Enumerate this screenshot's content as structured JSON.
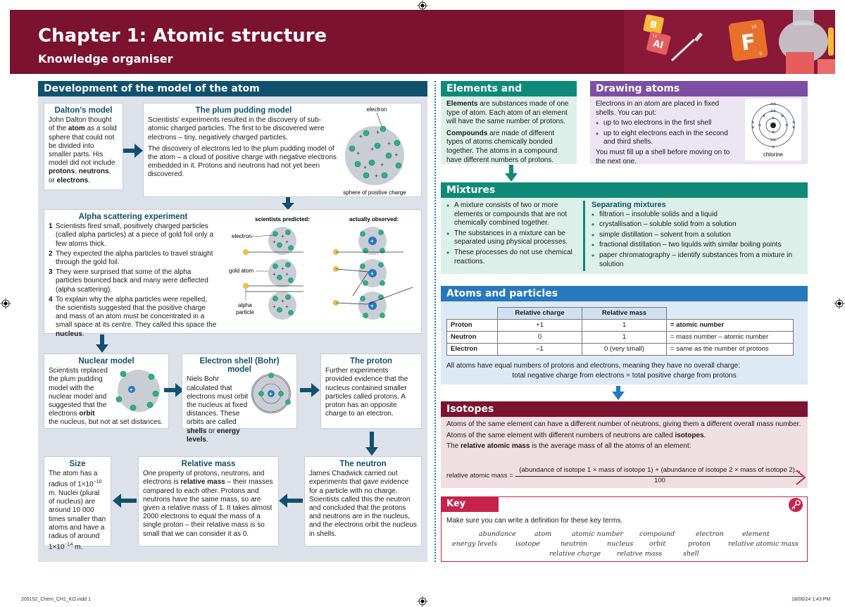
{
  "header": {
    "title": "Chapter 1: Atomic structure",
    "subtitle": "Knowledge organiser"
  },
  "art": {
    "tile_b": "B",
    "tile_b_num": "5",
    "tile_al": "Al",
    "tile_al_num": "13",
    "tile_f": "F",
    "tile_f_num": "19",
    "tile_f_num2": "9"
  },
  "dev": {
    "title": "Development of the model of the atom",
    "dalton": {
      "title": "Dalton’s model",
      "t1": "John Dalton thought of the ",
      "b1": "atom",
      "t2": " as a solid sphere that could not be divided into smaller parts. His model did not include ",
      "b2": "protons",
      "t3": ", ",
      "b3": "neutrons",
      "t4": ", or ",
      "b4": "electrons",
      "t5": "."
    },
    "plum": {
      "title": "The plum pudding model",
      "p1": "Scientists’ experiments resulted in the discovery of sub-atomic charged particles. The first to be discovered were electrons – tiny, negatively charged particles.",
      "p2": "The discovery of electrons led to the plum pudding model of the atom – a cloud of positive charge with negative electrons embedded in it. Protons and neutrons had not yet been discovered.",
      "label_electron": "electron",
      "label_sphere": "sphere of positive charge"
    },
    "alpha": {
      "title": "Alpha scattering experiment",
      "items": [
        {
          "n": "1",
          "text": "Scientists fired small, positively charged particles (called alpha particles) at a piece of gold foil only a few atoms thick."
        },
        {
          "n": "2",
          "text": "They expected the alpha particles to travel straight through the gold foil."
        },
        {
          "n": "3",
          "text": "They were surprised that some of the alpha particles bounced back and many were deflected (alpha scattering)."
        },
        {
          "n": "4",
          "text": "To explain why the alpha particles were repelled, the scientists suggested that the positive charge and mass of an atom must be concentrated in a small space at its centre. They called this space the "
        }
      ],
      "nucleus_word": "nucleus",
      "predicted": "scientists predicted:",
      "observed": "actually observed:",
      "lbl_electron": "electron",
      "lbl_gold": "gold atom",
      "lbl_alpha1": "alpha",
      "lbl_alpha2": "particle"
    },
    "nuclear": {
      "title": "Nuclear model",
      "t1": "Scientists replaced the plum pudding model with the nuclear model and suggested that the electrons ",
      "b1": "orbit",
      "t2": " the nucleus, but not at set distances."
    },
    "bohr": {
      "title": "Electron shell (Bohr) model",
      "t1": "Niels Bohr calculated that electrons must orbit the nucleus at fixed distances. These orbits are called ",
      "b1": "shells",
      "t2": " or ",
      "b2": "energy levels",
      "t3": "."
    },
    "proton": {
      "title": "The proton",
      "text": "Further experiments provided evidence that the nucleus contained smaller particles called protons. A proton has an opposite charge to an electron."
    },
    "size": {
      "title": "Size",
      "t1": "The atom has a radius of 1×10",
      "sup1": "−10",
      "t2": " m. Nuclei (plural of nucleus) are around 10 000 times smaller than atoms and have a radius of around 1×10",
      "sup2": "−14",
      "t3": " m."
    },
    "relmass": {
      "title": "Relative mass",
      "t1": "One property of protons, neutrons, and electrons is ",
      "b1": "relative mass",
      "t2": " – their masses compared to each other. Protons and neutrons have the same mass, so are given a relative mass of 1. It takes almost 2000 electrons to equal the mass of a single proton – their relative mass is so small that we can consider it as 0."
    },
    "neutron": {
      "title": "The neutron",
      "text": "James Chadwick carried out experiments that gave evidence for a particle with no charge. Scientists called this the neutron and concluded that the protons and neutrons are in the nucleus, and the electrons orbit the nucleus in shells."
    }
  },
  "elements": {
    "title": "Elements and compounds",
    "b1": "Elements",
    "t1": " are substances made of one type of atom. Each atom of an element will have the same number of protons.",
    "b2": "Compounds",
    "t2": " are made of different types of atoms chemically bonded together. The atoms in a compound have different numbers of protons."
  },
  "drawing": {
    "title": "Drawing atoms",
    "intro": "Electrons in an atom are placed in fixed shells. You can put:",
    "bullets": [
      "up to two electrons in the first shell",
      "up to eight electrons each in the second and third shells."
    ],
    "outro": "You must fill up a shell before moving on to the next one.",
    "label": "chlorine"
  },
  "mixtures": {
    "title": "Mixtures",
    "bullets": [
      "A mixture consists of two or more elements or compounds that are not chemically combined together.",
      "The substances in a mixture can be separated using physical processes.",
      "These processes do not use chemical reactions."
    ],
    "sep_title": "Separating mixtures",
    "sep_bullets": [
      "filtration – insoluble solids and a liquid",
      "crystallisation – soluble solid from a solution",
      "simple distillation – solvent from a solution",
      "fractional distillation – two liquids with similar boiling points",
      "paper chromatography – identify substances from a mixture in solution"
    ]
  },
  "atoms": {
    "title": "Atoms and particles",
    "headers": [
      "Relative charge",
      "Relative mass"
    ],
    "rows": [
      {
        "name": "Proton",
        "charge": "+1",
        "mass": "1",
        "note": "= atomic number"
      },
      {
        "name": "Neutron",
        "charge": "0",
        "mass": "1",
        "note": "= mass number – atomic number"
      },
      {
        "name": "Electron",
        "charge": "–1",
        "mass": "0 (very small)",
        "note": "= same as the number of protons"
      }
    ],
    "line1": "All atoms have equal numbers of protons and electrons, meaning they have no overall charge:",
    "line2": "total negative charge from electrons = total positive charge from protons"
  },
  "isotopes": {
    "title": "Isotopes",
    "p1": "Atoms of the same element can have a different number of neutrons, giving them a different overall mass number.",
    "p2a": "Atoms of the same element with different numbers of neutrons are called ",
    "p2b": "isotopes",
    "p2c": ".",
    "p3a": "The ",
    "p3b": "relative atomic mass",
    "p3c": " is the average mass of all the atoms of an element:",
    "formula_lhs": "relative atomic mass =",
    "formula_num": "(abundance of isotope 1 × mass of isotope 1) + (abundance of isotope 2 × mass of isotope 2)...",
    "formula_den": "100"
  },
  "keyterms": {
    "title": "Key terms",
    "intro": "Make sure you can write a definition for these key terms.",
    "row1": [
      "abundance",
      "atom",
      "atomic number",
      "compound",
      "electron",
      "element"
    ],
    "row2": [
      "energy levels",
      "isotope",
      "neutron",
      "nucleus",
      "orbit",
      "proton",
      "relative atomic mass"
    ],
    "row3": [
      "relative charge",
      "relative mass",
      "shell"
    ]
  },
  "footer": {
    "left": "205152_Chem_CH1_KO.indd   1",
    "right": "18/06/24   1:43 PM"
  },
  "colors": {
    "maroon": "#7a1230",
    "navy": "#10516e",
    "teal": "#0f8a78",
    "purple": "#7d4fa3",
    "blue": "#2679bf",
    "pink": "#c7234d"
  }
}
